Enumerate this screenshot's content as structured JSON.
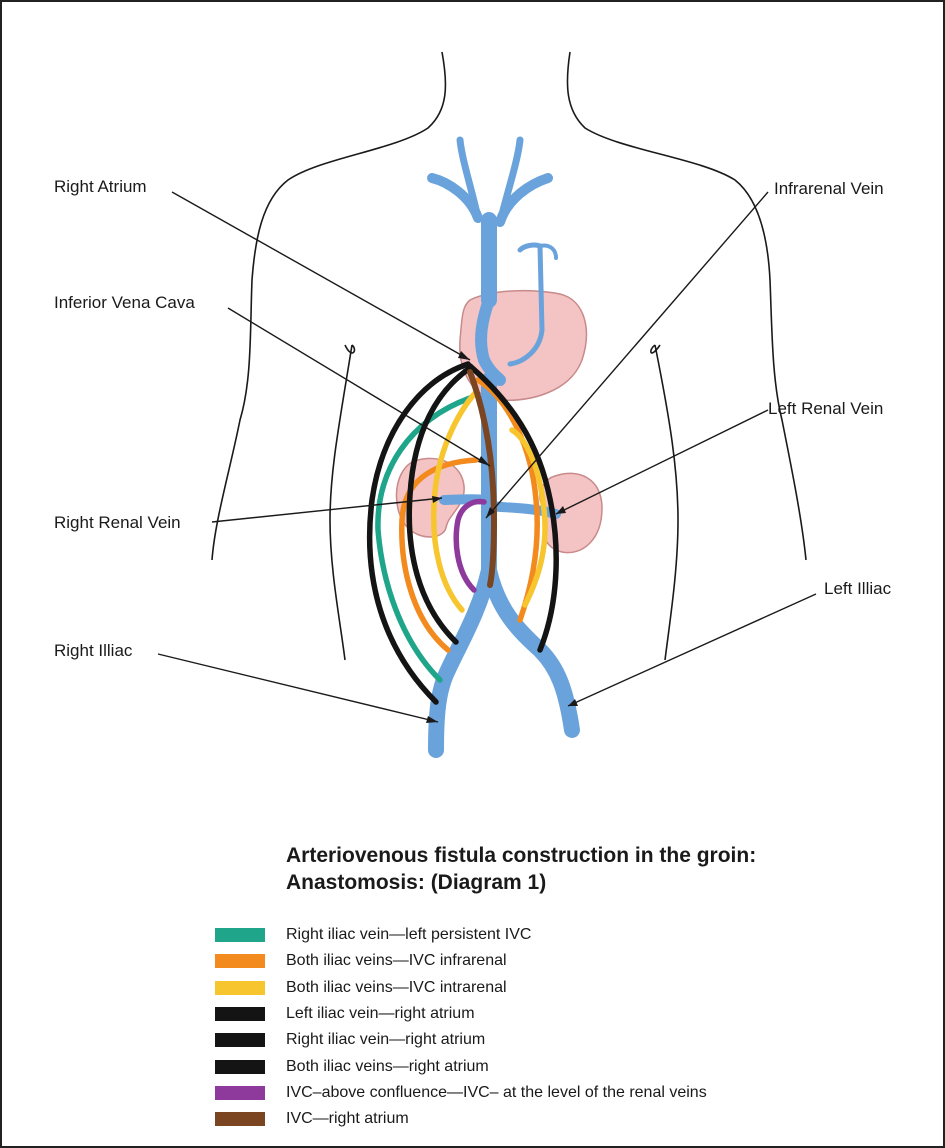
{
  "labels": {
    "right_atrium": "Right Atrium",
    "inferior_vena_cava": "Inferior Vena Cava",
    "right_renal_vein": "Right Renal Vein",
    "right_illiac": "Right Illiac",
    "infrarenal_vein": "Infrarenal Vein",
    "left_renal_vein": "Left Renal Vein",
    "left_illiac": "Left Illiac"
  },
  "legend": {
    "title_line1": "Arteriovenous fistula construction in the groin:",
    "title_line2": "Anastomosis: (Diagram 1)",
    "items": [
      {
        "label": "Right iliac vein—left persistent IVC",
        "color": "#1fa58a"
      },
      {
        "label": "Both iliac veins—IVC infrarenal",
        "color": "#f28a1e"
      },
      {
        "label": "Both iliac veins—IVC intrarenal",
        "color": "#f7c62f"
      },
      {
        "label": "Left iliac vein—right atrium",
        "color": "#141414"
      },
      {
        "label": "Right iliac vein—right atrium",
        "color": "#141414"
      },
      {
        "label": "Both iliac veins—right atrium",
        "color": "#141414"
      },
      {
        "label": "IVC–above confluence—IVC– at the level of the renal veins",
        "color": "#8e3a9c"
      },
      {
        "label": "IVC—right atrium",
        "color": "#7a4520"
      }
    ]
  },
  "colors": {
    "vein": "#6aa3dc",
    "organ_fill": "#f4c3c3",
    "organ_stroke": "#c88a8a",
    "body_outline": "#1a1a1a"
  }
}
